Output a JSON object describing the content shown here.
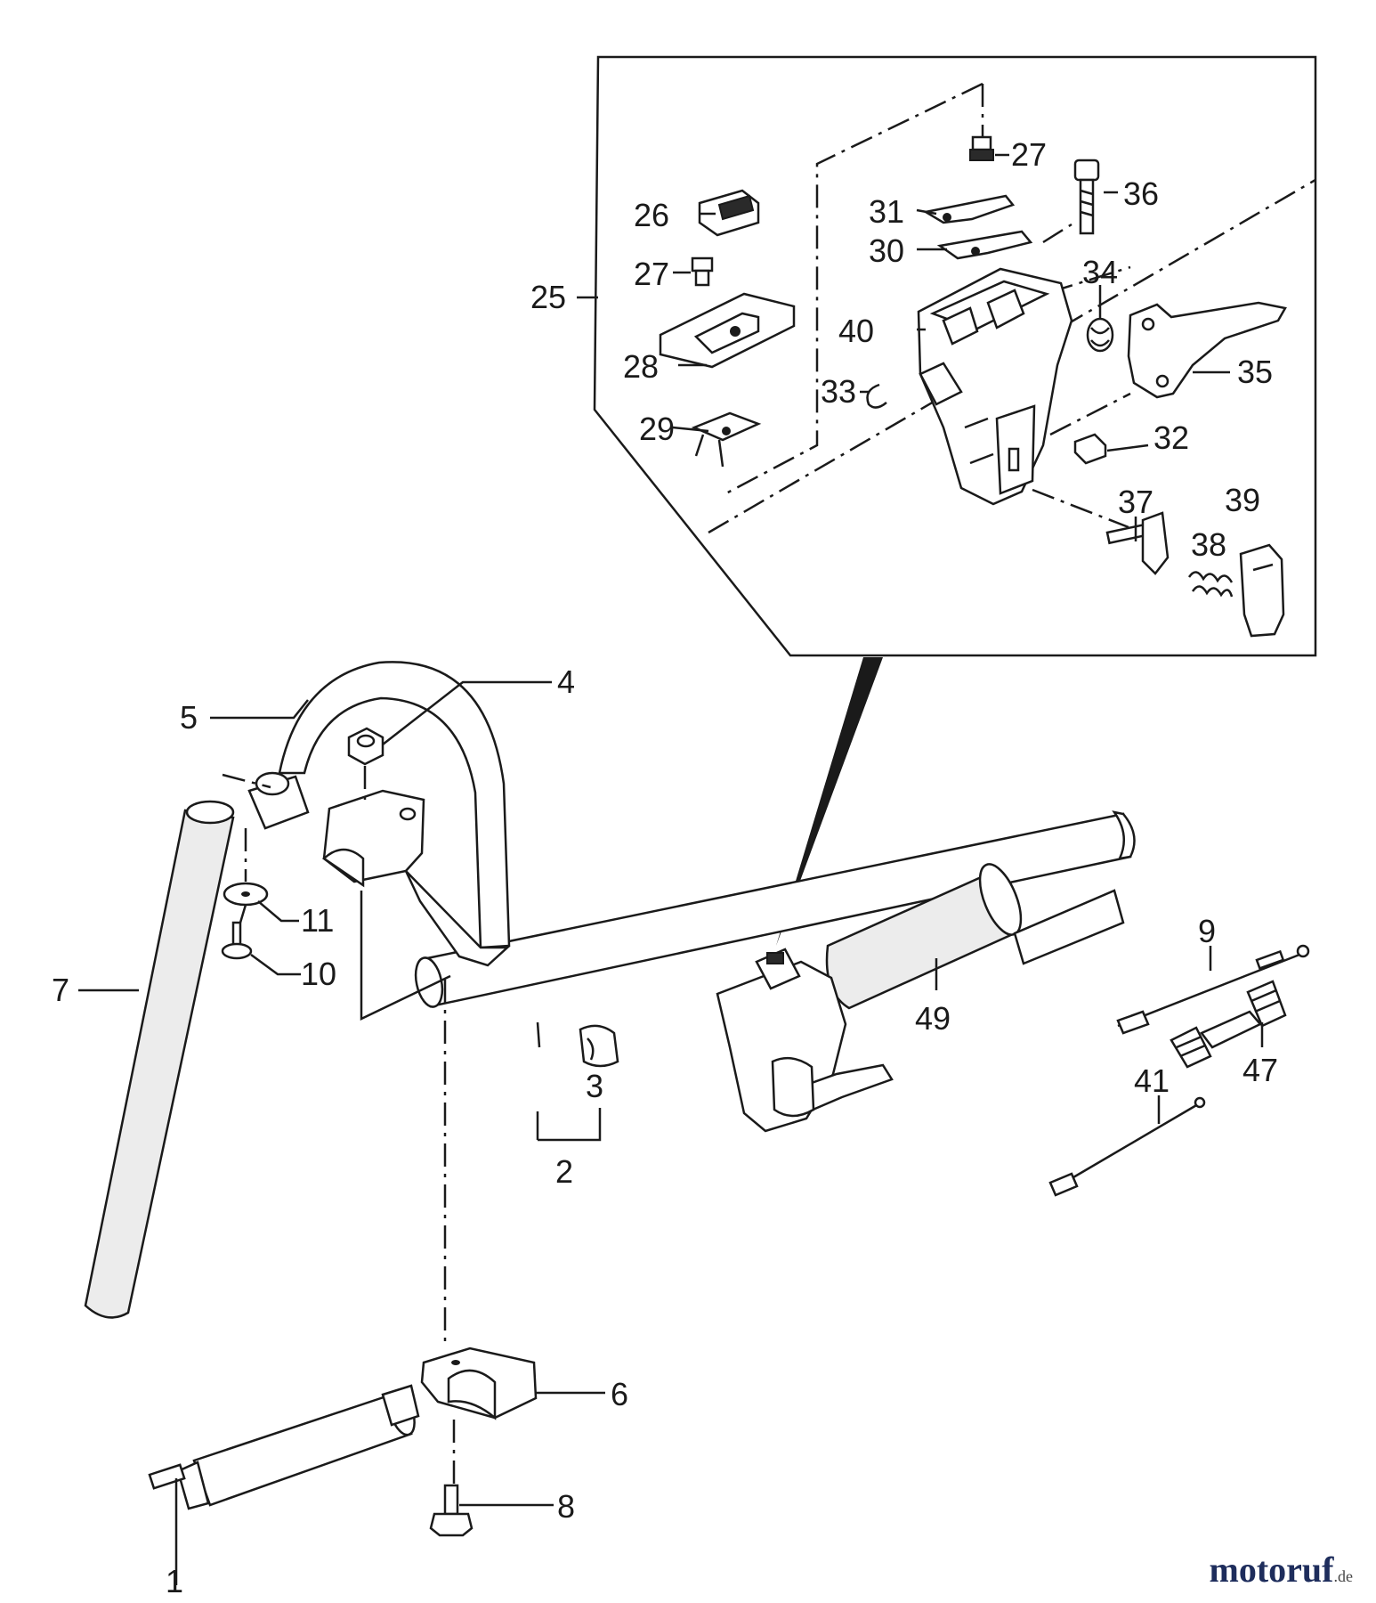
{
  "callouts": {
    "c1": "1",
    "c2": "2",
    "c3": "3",
    "c4": "4",
    "c5": "5",
    "c6": "6",
    "c7": "7",
    "c8": "8",
    "c9": "9",
    "c10": "10",
    "c11": "11",
    "c25": "25",
    "c26": "26",
    "c27a": "27",
    "c27b": "27",
    "c28": "28",
    "c29": "29",
    "c30": "30",
    "c31": "31",
    "c32": "32",
    "c33": "33",
    "c34": "34",
    "c35": "35",
    "c36": "36",
    "c37": "37",
    "c38": "38",
    "c39": "39",
    "c40": "40",
    "c41": "41",
    "c47": "47",
    "c49": "49"
  },
  "watermark": {
    "brand": "motoruf",
    "tld": ".de"
  }
}
